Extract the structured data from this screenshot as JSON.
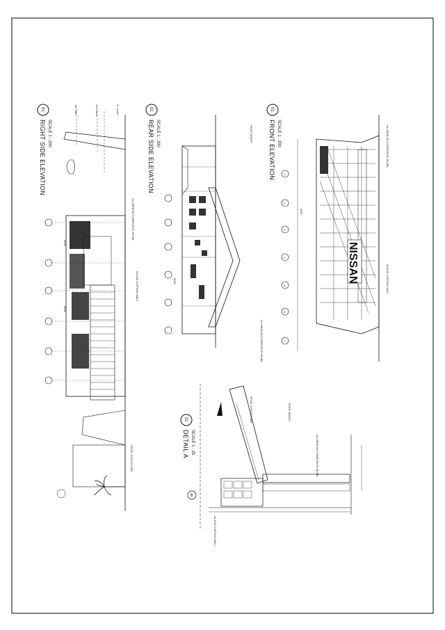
{
  "drawing": {
    "sheet": {
      "border_color": "#000000",
      "paper": "#ffffff",
      "ink": "#111111"
    },
    "views": {
      "right_side": {
        "number": "01",
        "title": "RIGHT SIDE ELEVATION",
        "scale": "SCALE 1 : 200"
      },
      "rear_side": {
        "number": "01",
        "title": "REAR SIDE ELEVATION",
        "scale": "SCALE 1 : 200"
      },
      "front": {
        "number": "01",
        "title": "FRONT ELEVATION",
        "scale": "SCALE 1 : 200"
      },
      "detail_a": {
        "number": "01",
        "title": "DETAIL A",
        "scale": "SCALE 1 : 25"
      }
    },
    "brand_sign": "NISSAN",
    "grid_tags": [
      "1",
      "2",
      "3",
      "4",
      "5",
      "6",
      "7"
    ],
    "detail_tag": "6",
    "level_marks": [
      "1st Floor",
      "2nd Floor",
      "G. Level"
    ],
    "dimension_marks": [
      "3000",
      "6000",
      "8000",
      "4000"
    ],
    "notes": [
      "ALUMINIUM COMPOSITE PANEL",
      "GLASS CURTAIN WALL",
      "STEEL STRUCTURE",
      "ROOF SHEET"
    ]
  }
}
